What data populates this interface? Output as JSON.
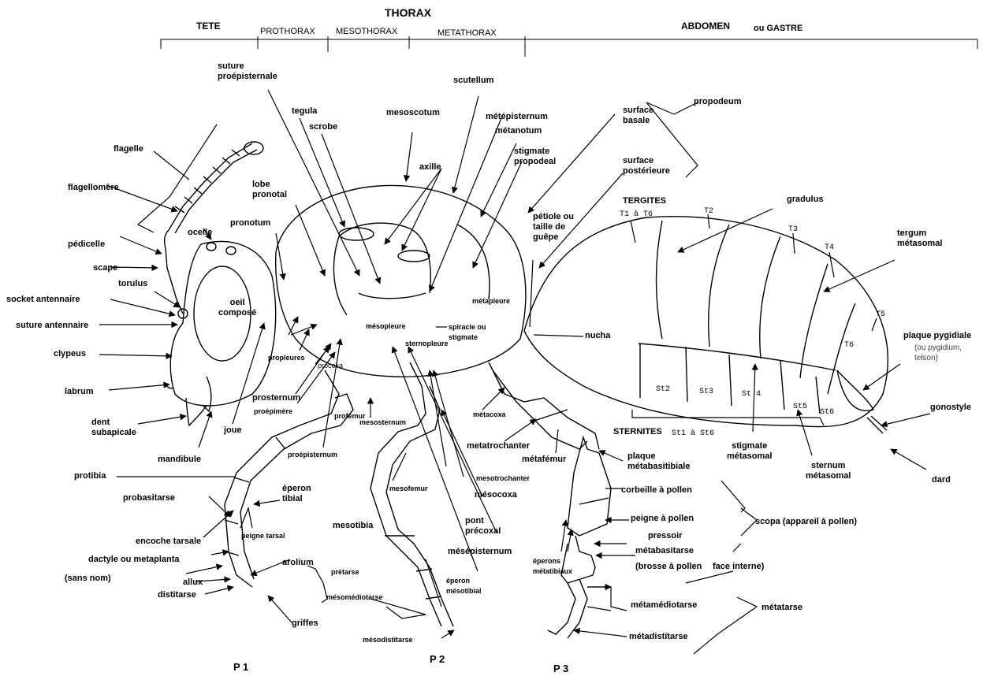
{
  "sections": {
    "thorax": "THORAX",
    "tete": "TETE",
    "prothorax": "PROTHORAX",
    "mesothorax": "MESOTHORAX",
    "metathorax": "METATHORAX",
    "abdomen": "ABDOMEN",
    "abdomen_alt": "ou GASTRE"
  },
  "legs": {
    "p1": "P 1",
    "p2": "P 2",
    "p3": "P 3"
  },
  "labels": {
    "suture_proepisternale_1": "suture",
    "suture_proepisternale_2": "proépisternale",
    "tegula": "tegula",
    "scrobe": "scrobe",
    "mesoscotum": "mesoscotum",
    "scutellum": "scutellum",
    "metepisternum": "métépisternum",
    "metanotum": "métanotum",
    "stigmate_propodeal_1": "stigmate",
    "stigmate_propodeal_2": "propodeal",
    "axille": "axille",
    "surface_basale_1": "surface",
    "surface_basale_2": "basale",
    "surface_posterieure_1": "surface",
    "surface_posterieure_2": "postérieure",
    "propodeum": "propodeum",
    "flagelle": "flagelle",
    "flagellomere": "flagellomère",
    "pedicelle": "pédicelle",
    "scape": "scape",
    "torulus": "torulus",
    "socket_antennaire": "socket antennaire",
    "suture_antennaire": "suture antennaire",
    "clypeus": "clypeus",
    "labrum": "labrum",
    "dent_subapicale_1": "dent",
    "dent_subapicale_2": "subapicale",
    "mandibule": "mandibule",
    "joue": "joue",
    "ocelle": "ocelle",
    "oeil_1": "oeil",
    "oeil_2": "composé",
    "lobe_pronotal_1": "lobe",
    "lobe_pronotal_2": "pronotal",
    "pronotum": "pronotum",
    "propleures": "propleures",
    "procoxa": "procoxa",
    "prosternum": "prosternum",
    "proepimere": "proépimère",
    "profemur": "profémur",
    "proepisternum": "proépisternum",
    "mesopleure": "mésopleure",
    "sternopleure": "sternopleure",
    "spiracle_1": "spiracle ou",
    "spiracle_2": "stigmate",
    "metapleure": "métapleure",
    "petiole_1": "pétiole ou",
    "petiole_2": "taille de",
    "petiole_3": "guêpe",
    "nucha": "nucha",
    "tergites": "TERGITES",
    "t1_t6": "T1 à T6",
    "t2": "T2",
    "t3": "T3",
    "t4": "T4",
    "t5": "T5",
    "t6": "T6",
    "gradulus": "gradulus",
    "tergum_1": "tergum",
    "tergum_2": "métasomal",
    "plaque_pyg": "plaque pygidiale",
    "plaque_pyg_2": "(ou pygidium,",
    "plaque_pyg_3": "telson)",
    "st2": "St2",
    "st3": "St3",
    "st4": "St 4",
    "st5": "St5",
    "st6": "St6",
    "sternites": "STERNITES",
    "st1_st6": "St1 à St6",
    "stigmate_met_1": "stigmate",
    "stigmate_met_2": "métasomal",
    "sternum_1": "sternum",
    "sternum_2": "métasomal",
    "gonostyle": "gonostyle",
    "dard": "dard",
    "mesosternum": "mesosternum",
    "metacoxa": "métacoxa",
    "metatrochanter": "metatrochanter",
    "metafemur": "métafémur",
    "plaque_basi_1": "plaque",
    "plaque_basi_2": "métabasitibiale",
    "corbeille": "corbeille à pollen",
    "peigne_pollen": "peigne à pollen",
    "pressoir": "pressoir",
    "metabasitarse": "métabasitarse",
    "brosse": "(brosse à pollen",
    "face_interne": "face interne)",
    "scopa": "scopa (appareil à pollen)",
    "metamediotarse": "métamédiotarse",
    "metatarse": "métatarse",
    "metadistitarse": "métadistitarse",
    "eperons_met_1": "éperons",
    "eperons_met_2": "métatibiaux",
    "mesotrochanter": "mesotrochanter",
    "mesocoxa": "mésocoxa",
    "pont_1": "pont",
    "pont_2": "précoxal",
    "mesepisternum": "mésépisternum",
    "mesofemur": "mesofemur",
    "mesotibia": "mesotibia",
    "eperon_mes_1": "éperon",
    "eperon_mes_2": "mésotibial",
    "mesomediotarse": "mésomédiotarse",
    "mesodistitarse": "mésodistitarse",
    "protibia": "protibia",
    "probasitarse": "probasitarse",
    "eperon_tib_1": "éperon",
    "eperon_tib_2": "tibial",
    "encoche": "encoche tarsale",
    "peigne_tarsal": "peigne tarsal",
    "dactyle": "dactyle ou metaplanta",
    "sans_nom": "(sans nom)",
    "arolium": "arolium",
    "pretarse": "prétarse",
    "allux": "allux",
    "distitarse": "distitarse",
    "griffes": "griffes"
  }
}
